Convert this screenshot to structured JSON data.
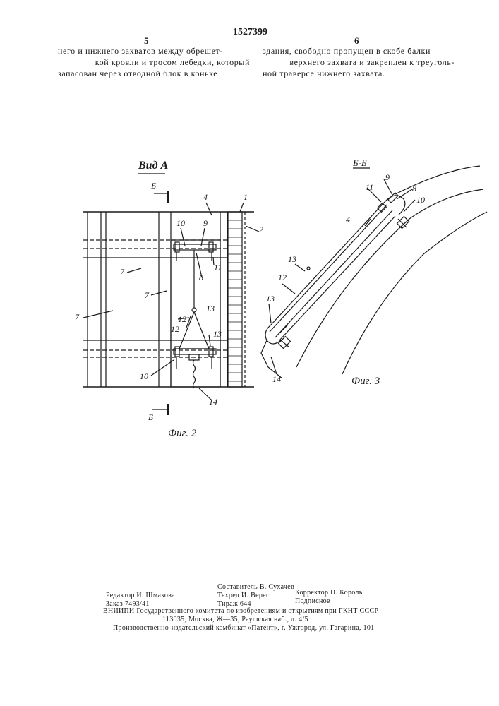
{
  "header": {
    "patent_number": "1527399",
    "left_col_num": "5",
    "right_col_num": "6"
  },
  "text": {
    "left_lines": [
      "него и нижнего захватов между обрешет-",
      "кой кровли и тросом лебедки, который",
      "запасован через отводной блок в коньке"
    ],
    "right_lines": [
      "здания, свободно пропущен в скобе балки",
      "верхнего захвата и закреплен к треуголь-",
      "ной траверсе нижнего захвата."
    ]
  },
  "fig2": {
    "view_label": "Вид А",
    "section_top": "Б",
    "section_bottom": "Б",
    "caption": "Фиг. 2",
    "labels": [
      "1",
      "2",
      "4",
      "7",
      "7",
      "7",
      "8",
      "9",
      "10",
      "10",
      "11",
      "12",
      "12",
      "13",
      "13",
      "14"
    ]
  },
  "fig3": {
    "section_label": "Б-Б",
    "caption": "Фиг. 3",
    "labels": [
      "4",
      "8",
      "9",
      "10",
      "11",
      "12",
      "13",
      "13",
      "14"
    ]
  },
  "footer": {
    "compiler": "Составитель В. Сухачев",
    "editor": "Редактор И. Шмакова",
    "techred": "Техред И. Верес",
    "corrector": "Корректор Н. Король",
    "order": "Заказ 7493/41",
    "circulation": "Тираж 644",
    "subscription": "Подписное",
    "org": "ВНИИПИ Государственного комитета по изобретениям и открытиям при ГКНТ СССР",
    "address": "113035, Москва, Ж—35, Раушская наб., д. 4/5",
    "publisher": "Производственно-издательский комбинат «Патент», г. Ужгород, ул. Гагарина, 101"
  }
}
